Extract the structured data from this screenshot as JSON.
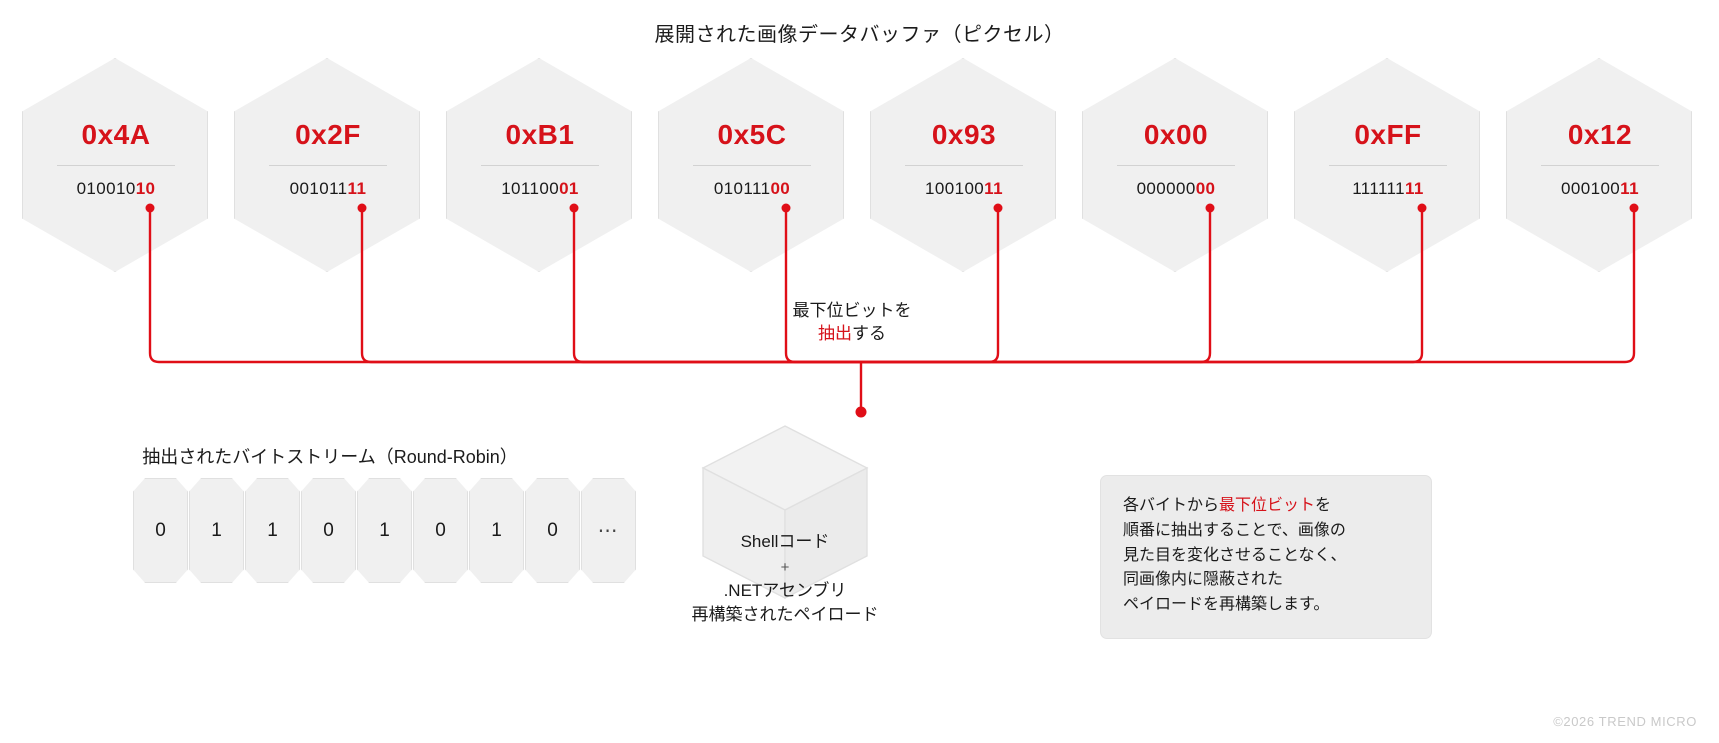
{
  "diagram": {
    "top_title": "展開された画像データバッファ（ピクセル）",
    "footer": "©2026 TREND MICRO",
    "accent_red": "#d6121a",
    "cell_fill": "#f0f0f0",
    "cell_stroke": "#e0e0e0"
  },
  "bytes": [
    {
      "hex": "0x4A",
      "bits_high": "010010",
      "bits_lsb": "10"
    },
    {
      "hex": "0x2F",
      "bits_high": "001011",
      "bits_lsb": "11"
    },
    {
      "hex": "0xB1",
      "bits_high": "101100",
      "bits_lsb": "01"
    },
    {
      "hex": "0x5C",
      "bits_high": "010111",
      "bits_lsb": "00"
    },
    {
      "hex": "0x93",
      "bits_high": "100100",
      "bits_lsb": "11"
    },
    {
      "hex": "0x00",
      "bits_high": "000000",
      "bits_lsb": "00"
    },
    {
      "hex": "0xFF",
      "bits_high": "111111",
      "bits_lsb": "11"
    },
    {
      "hex": "0x12",
      "bits_high": "000100",
      "bits_lsb": "11"
    }
  ],
  "extract_label": {
    "line1": "最下位ビットを",
    "line2_hl": "抽出",
    "line2_rest": "する"
  },
  "stream": {
    "title": "抽出されたバイトストリーム（Round-Robin）",
    "bits": [
      "0",
      "1",
      "1",
      "0",
      "1",
      "0",
      "1",
      "0"
    ],
    "ellipsis": "⋯"
  },
  "payload": {
    "line1": "Shellコード",
    "plus": "+",
    "line2": ".NETアセンブリ",
    "caption": "再構築されたペイロード"
  },
  "note": {
    "l1_a": "各バイトから",
    "l1_hl": "最下位ビット",
    "l1_b": "を",
    "l2": "順番に抽出することで、画像の",
    "l3": "見た目を変化させることなく、",
    "l4": "同画像内に隠蔽された",
    "l5": "ペイロードを再構築します。"
  }
}
